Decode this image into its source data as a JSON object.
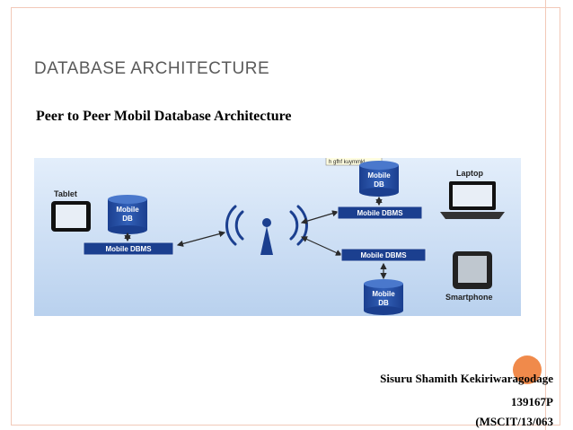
{
  "slide": {
    "title": "DATABASE ARCHITECTURE",
    "subtitle": "Peer to Peer Mobil Database Architecture",
    "credit": {
      "name": "Sisuru Shamith Kekiriwaragodage",
      "id": "139167P",
      "reg": "(MSCIT/13/063"
    }
  },
  "diagram": {
    "tooltip": "h gfhf kuymmkl",
    "tablet": {
      "label": "Tablet",
      "db": [
        "Mobile",
        "DB"
      ],
      "dbms": "Mobile DBMS"
    },
    "laptop": {
      "label": "Laptop",
      "db": [
        "Mobile",
        "DB"
      ],
      "dbms": "Mobile DBMS"
    },
    "smartphone": {
      "label": "Smartphone",
      "db": [
        "Mobile",
        "DB"
      ],
      "dbms": "Mobile DBMS"
    }
  },
  "colors": {
    "accent": "#f08a4b",
    "db_blue": "#1b3f8f",
    "diagram_bg": "#c9dcf2"
  }
}
